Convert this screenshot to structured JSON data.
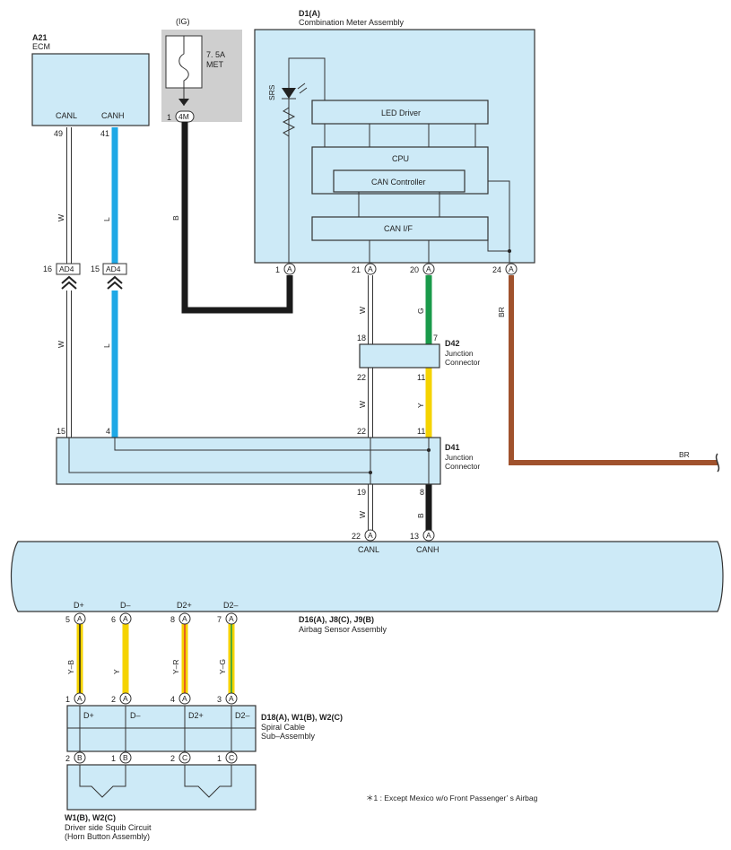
{
  "modules": {
    "ecm": {
      "id": "A21",
      "name": "ECM",
      "canl": "CANL",
      "canh": "CANH",
      "pin_canl": "49",
      "pin_canh": "41"
    },
    "meter": {
      "id": "D1(A)",
      "name": "Combination Meter Assembly",
      "led_driver": "LED Driver",
      "cpu": "CPU",
      "can_controller": "CAN Controller",
      "can_if": "CAN I/F",
      "srs": "SRS"
    },
    "fuse": {
      "label_ig": "(IG)",
      "rating": "7. 5A",
      "name": "MET",
      "pin": "1",
      "connector": "4M"
    },
    "d42": {
      "id": "D42",
      "line1": "Junction",
      "line2": "Connector"
    },
    "d41": {
      "id": "D41",
      "line1": "Junction",
      "line2": "Connector"
    },
    "airbag": {
      "id": "D16(A), J8(C), J9(B)",
      "name": "Airbag Sensor Assembly",
      "canl": "CANL",
      "canh": "CANH"
    },
    "spiral": {
      "id": "D18(A), W1(B), W2(C)",
      "line1": "Spiral Cable",
      "line2": "Sub–Assembly"
    },
    "squib": {
      "id": "W1(B), W2(C)",
      "line1": "Driver side Squib Circuit",
      "line2": "(Horn Button Assembly)"
    }
  },
  "connectors": {
    "ad4": "AD4",
    "a": "A",
    "b": "B",
    "c": "C"
  },
  "pins": {
    "ad4_left": "16",
    "ad4_right": "15",
    "meter_1": "1",
    "meter_21": "21",
    "meter_20": "20",
    "meter_24": "24",
    "d42_18": "18",
    "d42_7": "7",
    "d42_22": "22",
    "d42_11": "11",
    "d41_15": "15",
    "d41_4": "4",
    "d41_22": "22",
    "d41_11": "11",
    "d41_19": "19",
    "d41_8": "8",
    "ab_22": "22",
    "ab_13": "13",
    "ab_5": "5",
    "ab_6": "6",
    "ab_8": "8",
    "ab_7": "7",
    "sp_1": "1",
    "sp_2": "2",
    "sp_4": "4",
    "sp_3": "3",
    "sq_2b": "2",
    "sq_1b": "1",
    "sq_2c": "2",
    "sq_1c": "1"
  },
  "signals": {
    "dplus": "D+",
    "dminus": "D–",
    "d2plus": "D2+",
    "d2minus": "D2–"
  },
  "wires": {
    "w": "W",
    "l": "L",
    "b": "B",
    "g": "G",
    "y": "Y",
    "br": "BR",
    "yb": "Y–B",
    "yr": "Y–R",
    "yg": "Y–G"
  },
  "colors": {
    "box_fill": "#cdeaf7",
    "wire_blue": "#1ea8e6",
    "wire_black": "#1a1a1a",
    "wire_green": "#1a9a4a",
    "wire_yellow": "#f5d300",
    "wire_brown": "#a0522d",
    "wire_red": "#e03a2a",
    "wire_white": "#ffffff",
    "fuse_bg": "#cfcfcf"
  },
  "note": "＊1 : Except Mexico w/o Front Passenger’ s Airbag"
}
